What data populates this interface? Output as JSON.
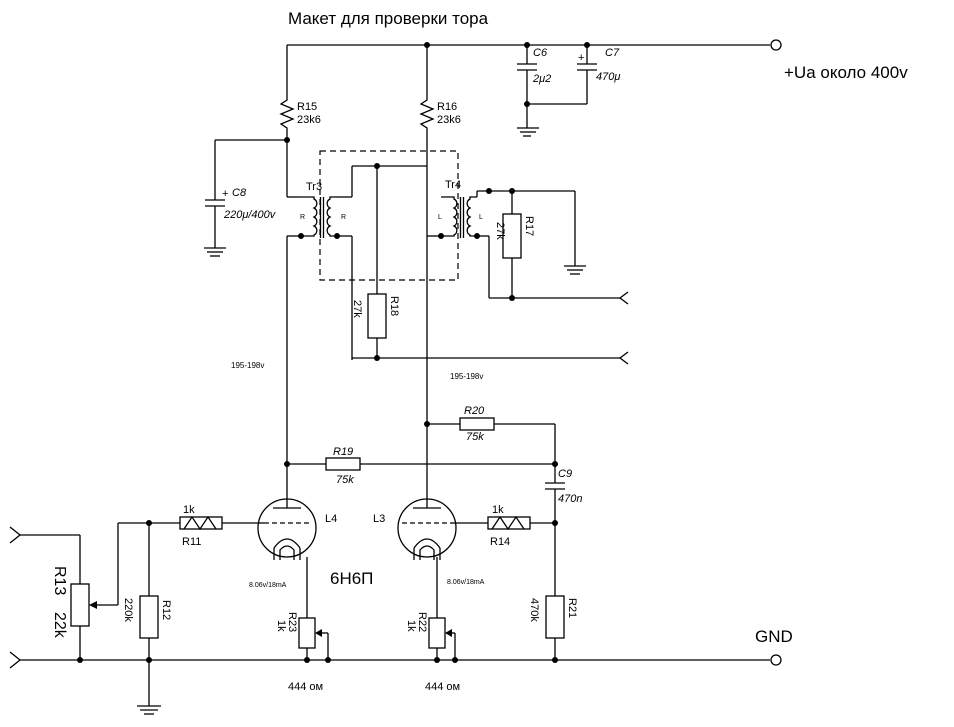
{
  "title": "Макет для проверки тора",
  "supply_label": "+Ua  около 400v",
  "gnd_label": "GND",
  "tube_type": "6Н6П",
  "voltages": {
    "left": "195-198v",
    "right": "195-198v"
  },
  "filament": {
    "left": "8.06v/18mA",
    "right": "8.06v/18mA"
  },
  "ohm_labels": {
    "left": "444 ом",
    "right": "444 ом"
  },
  "components": {
    "C6": {
      "ref": "C6",
      "value": "2μ2"
    },
    "C7": {
      "ref": "C7",
      "value": "470μ"
    },
    "C8": {
      "ref": "C8",
      "value": "220μ/400v"
    },
    "C9": {
      "ref": "C9",
      "value": "470n"
    },
    "R15": {
      "ref": "R15",
      "value": "23k6"
    },
    "R16": {
      "ref": "R16",
      "value": "23k6"
    },
    "R17": {
      "ref": "R17",
      "value": "27k"
    },
    "R18": {
      "ref": "R18",
      "value": "27k"
    },
    "R19": {
      "ref": "R19",
      "value": "75k"
    },
    "R20": {
      "ref": "R20",
      "value": "75k"
    },
    "R11": {
      "ref": "R11",
      "value": "1k"
    },
    "R14": {
      "ref": "R14",
      "value": "1k"
    },
    "R12": {
      "ref": "R12",
      "value": "220k"
    },
    "R13": {
      "ref": "R13",
      "value": "22k"
    },
    "R21": {
      "ref": "R21",
      "value": "470k"
    },
    "R22": {
      "ref": "R22",
      "value": "1k"
    },
    "R23": {
      "ref": "R23",
      "value": "1k"
    },
    "Tr3": {
      "ref": "Tr3",
      "winding": "R"
    },
    "Tr4": {
      "ref": "Tr4",
      "winding": "L"
    },
    "L3": {
      "ref": "L3"
    },
    "L4": {
      "ref": "L4"
    }
  }
}
